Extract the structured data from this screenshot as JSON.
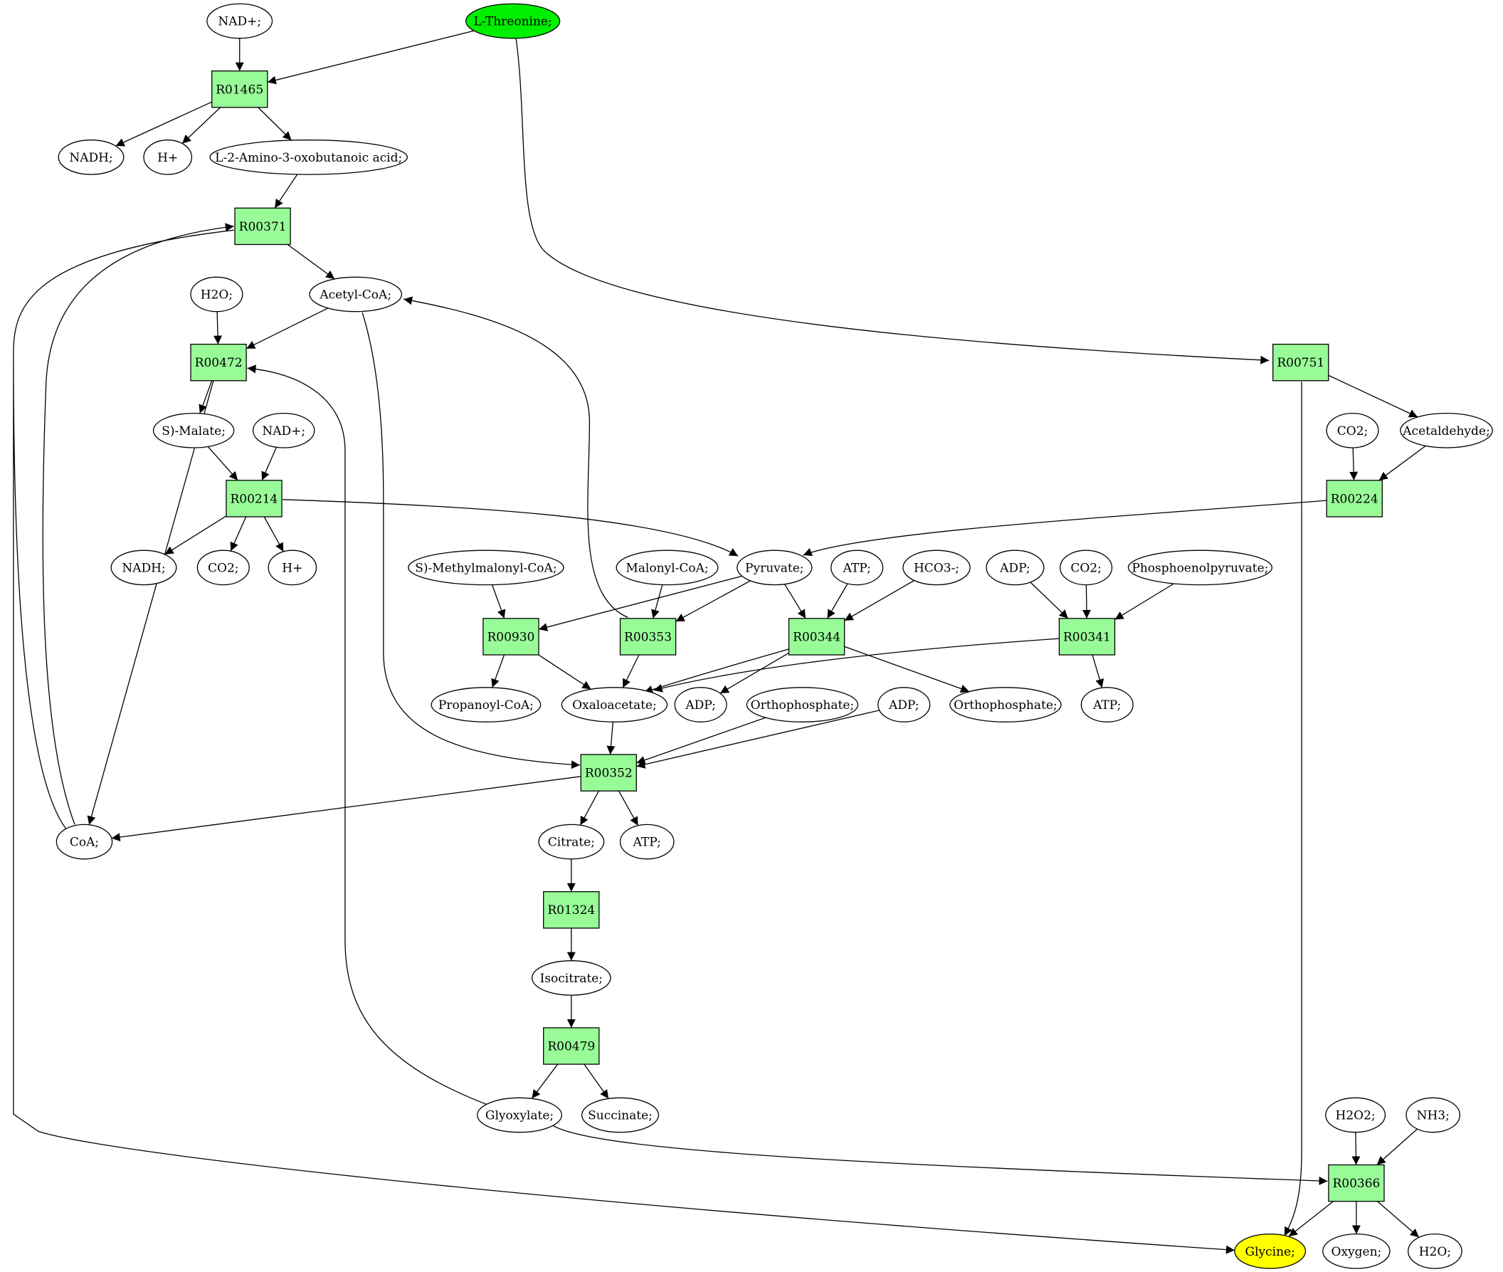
{
  "colors": {
    "start": "#00ee00",
    "target": "#ffff00",
    "reaction": "#98fb98",
    "compound": "#ffffff",
    "line": "#000000"
  },
  "nodes": [
    {
      "id": "nad1",
      "label": "NAD+;",
      "kind": "compound"
    },
    {
      "id": "thr",
      "label": "L-Threonine;",
      "kind": "start"
    },
    {
      "id": "R01465",
      "label": "R01465",
      "kind": "reaction"
    },
    {
      "id": "nadh1",
      "label": "NADH;",
      "kind": "compound"
    },
    {
      "id": "h1",
      "label": "H+",
      "kind": "compound"
    },
    {
      "id": "amino",
      "label": "L-2-Amino-3-oxobutanoic acid;",
      "kind": "compound"
    },
    {
      "id": "R00371",
      "label": "R00371",
      "kind": "reaction"
    },
    {
      "id": "h2o1",
      "label": "H2O;",
      "kind": "compound"
    },
    {
      "id": "acoa",
      "label": "Acetyl-CoA;",
      "kind": "compound"
    },
    {
      "id": "R00472",
      "label": "R00472",
      "kind": "reaction"
    },
    {
      "id": "R00751",
      "label": "R00751",
      "kind": "reaction"
    },
    {
      "id": "malate",
      "label": "S)-Malate;",
      "kind": "compound"
    },
    {
      "id": "nad2",
      "label": "NAD+;",
      "kind": "compound"
    },
    {
      "id": "co2a",
      "label": "CO2;",
      "kind": "compound"
    },
    {
      "id": "acald",
      "label": "Acetaldehyde;",
      "kind": "compound"
    },
    {
      "id": "R00214",
      "label": "R00214",
      "kind": "reaction"
    },
    {
      "id": "R00224",
      "label": "R00224",
      "kind": "reaction"
    },
    {
      "id": "nadh2",
      "label": "NADH;",
      "kind": "compound"
    },
    {
      "id": "co2b",
      "label": "CO2;",
      "kind": "compound"
    },
    {
      "id": "h2",
      "label": "H+",
      "kind": "compound"
    },
    {
      "id": "smm",
      "label": "S)-Methylmalonyl-CoA;",
      "kind": "compound"
    },
    {
      "id": "malcoa",
      "label": "Malonyl-CoA;",
      "kind": "compound"
    },
    {
      "id": "pyr",
      "label": "Pyruvate;",
      "kind": "compound"
    },
    {
      "id": "atp1",
      "label": "ATP;",
      "kind": "compound"
    },
    {
      "id": "hco3",
      "label": "HCO3-;",
      "kind": "compound"
    },
    {
      "id": "adp1",
      "label": "ADP;",
      "kind": "compound"
    },
    {
      "id": "co2c",
      "label": "CO2;",
      "kind": "compound"
    },
    {
      "id": "pep",
      "label": "Phosphoenolpyruvate;",
      "kind": "compound"
    },
    {
      "id": "R00930",
      "label": "R00930",
      "kind": "reaction"
    },
    {
      "id": "R00353",
      "label": "R00353",
      "kind": "reaction"
    },
    {
      "id": "R00344",
      "label": "R00344",
      "kind": "reaction"
    },
    {
      "id": "R00341",
      "label": "R00341",
      "kind": "reaction"
    },
    {
      "id": "propcoa",
      "label": "Propanoyl-CoA;",
      "kind": "compound"
    },
    {
      "id": "oaa",
      "label": "Oxaloacetate;",
      "kind": "compound"
    },
    {
      "id": "adp2",
      "label": "ADP;",
      "kind": "compound"
    },
    {
      "id": "pi1",
      "label": "Orthophosphate;",
      "kind": "compound"
    },
    {
      "id": "adp3",
      "label": "ADP;",
      "kind": "compound"
    },
    {
      "id": "pi2",
      "label": "Orthophosphate;",
      "kind": "compound"
    },
    {
      "id": "atp2",
      "label": "ATP;",
      "kind": "compound"
    },
    {
      "id": "R00352",
      "label": "R00352",
      "kind": "reaction"
    },
    {
      "id": "coa",
      "label": "CoA;",
      "kind": "compound"
    },
    {
      "id": "citrate",
      "label": "Citrate;",
      "kind": "compound"
    },
    {
      "id": "atp3",
      "label": "ATP;",
      "kind": "compound"
    },
    {
      "id": "R01324",
      "label": "R01324",
      "kind": "reaction"
    },
    {
      "id": "isocit",
      "label": "Isocitrate;",
      "kind": "compound"
    },
    {
      "id": "R00479",
      "label": "R00479",
      "kind": "reaction"
    },
    {
      "id": "glyox",
      "label": "Glyoxylate;",
      "kind": "compound"
    },
    {
      "id": "succ",
      "label": "Succinate;",
      "kind": "compound"
    },
    {
      "id": "h2o2",
      "label": "H2O2;",
      "kind": "compound"
    },
    {
      "id": "nh3",
      "label": "NH3;",
      "kind": "compound"
    },
    {
      "id": "R00366",
      "label": "R00366",
      "kind": "reaction"
    },
    {
      "id": "gly",
      "label": "Glycine;",
      "kind": "target"
    },
    {
      "id": "oxy",
      "label": "Oxygen;",
      "kind": "compound"
    },
    {
      "id": "h2o3",
      "label": "H2O;",
      "kind": "compound"
    }
  ],
  "edges": [
    [
      "nad1",
      "R01465"
    ],
    [
      "thr",
      "R01465"
    ],
    [
      "thr",
      "R00751"
    ],
    [
      "R01465",
      "nadh1"
    ],
    [
      "R01465",
      "h1"
    ],
    [
      "R01465",
      "amino"
    ],
    [
      "amino",
      "R00371"
    ],
    [
      "coa",
      "R00371"
    ],
    [
      "R00371",
      "acoa"
    ],
    [
      "h2o1",
      "R00472"
    ],
    [
      "acoa",
      "R00472"
    ],
    [
      "glyox",
      "R00472"
    ],
    [
      "R00472",
      "malate"
    ],
    [
      "R00472",
      "coa"
    ],
    [
      "malate",
      "R00214"
    ],
    [
      "nad2",
      "R00214"
    ],
    [
      "R00214",
      "nadh2"
    ],
    [
      "R00214",
      "co2b"
    ],
    [
      "R00214",
      "h2"
    ],
    [
      "R00214",
      "pyr"
    ],
    [
      "R00751",
      "acald"
    ],
    [
      "R00751",
      "gly"
    ],
    [
      "co2a",
      "R00224"
    ],
    [
      "acald",
      "R00224"
    ],
    [
      "R00224",
      "pyr"
    ],
    [
      "smm",
      "R00930"
    ],
    [
      "pyr",
      "R00930"
    ],
    [
      "R00930",
      "propcoa"
    ],
    [
      "R00930",
      "oaa"
    ],
    [
      "malcoa",
      "R00353"
    ],
    [
      "pyr",
      "R00353"
    ],
    [
      "R00353",
      "oaa"
    ],
    [
      "R00353",
      "acoa"
    ],
    [
      "pyr",
      "R00344"
    ],
    [
      "atp1",
      "R00344"
    ],
    [
      "hco3",
      "R00344"
    ],
    [
      "R00344",
      "oaa"
    ],
    [
      "R00344",
      "adp2"
    ],
    [
      "R00344",
      "pi2"
    ],
    [
      "adp1",
      "R00341"
    ],
    [
      "co2c",
      "R00341"
    ],
    [
      "pep",
      "R00341"
    ],
    [
      "R00341",
      "oaa"
    ],
    [
      "R00341",
      "atp2"
    ],
    [
      "oaa",
      "R00352"
    ],
    [
      "pi1",
      "R00352"
    ],
    [
      "adp3",
      "R00352"
    ],
    [
      "acoa",
      "R00352"
    ],
    [
      "R00352",
      "coa"
    ],
    [
      "R00352",
      "citrate"
    ],
    [
      "R00352",
      "atp3"
    ],
    [
      "coa",
      "gly"
    ],
    [
      "citrate",
      "R01324"
    ],
    [
      "R01324",
      "isocit"
    ],
    [
      "isocit",
      "R00479"
    ],
    [
      "R00479",
      "glyox"
    ],
    [
      "R00479",
      "succ"
    ],
    [
      "glyox",
      "R00366"
    ],
    [
      "h2o2",
      "R00366"
    ],
    [
      "nh3",
      "R00366"
    ],
    [
      "R00366",
      "gly"
    ],
    [
      "R00366",
      "oxy"
    ],
    [
      "R00366",
      "h2o3"
    ]
  ]
}
